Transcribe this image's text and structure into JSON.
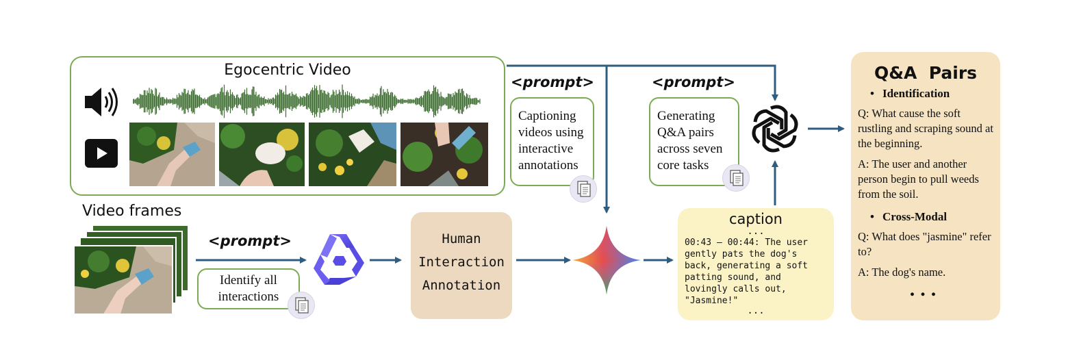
{
  "video_panel": {
    "title": "Egocentric Video",
    "audio_icon": "speaker-icon",
    "video_icon": "play-icon"
  },
  "frames_label": "Video frames",
  "prompt_tag": "<prompt>",
  "identify_box": "Identify all interactions",
  "caption_prompt_box": "Captioning videos using interactive annotations",
  "qa_prompt_box": "Generating Q&A pairs across seven core tasks",
  "human_box": {
    "line1": "Human",
    "line2": "Interaction",
    "line3": "Annotation"
  },
  "caption_box": {
    "title": "caption",
    "ellipsis_top": "...",
    "text": "00:43 – 00:44: The user gently pats the dog's back, generating a soft patting sound, and lovingly calls out, \"Jasmine!\"",
    "ellipsis_bottom": "..."
  },
  "qa_panel": {
    "title": "Q&A  Pairs",
    "sections": [
      {
        "heading": "Identification",
        "q": "Q: What cause the soft rustling and scraping sound at the beginning.",
        "a": "A: The user and another person begin to pull weeds from the soil."
      },
      {
        "heading": "Cross-Modal",
        "q": "Q: What does \"jasmine\" refer to?",
        "a": "A: The dog's name."
      }
    ],
    "more": "..."
  },
  "colors": {
    "green_border": "#7bab55",
    "arrow": "#2f5d7f",
    "human_bg": "#ecd9bf",
    "caption_bg": "#fbf3c6",
    "qa_bg": "#f5e3c2",
    "waveform": "#3b6b2e"
  },
  "icons": [
    "speaker-icon",
    "play-icon",
    "qwen-logo-icon",
    "gemini-star-icon",
    "openai-logo-icon",
    "document-icon"
  ]
}
